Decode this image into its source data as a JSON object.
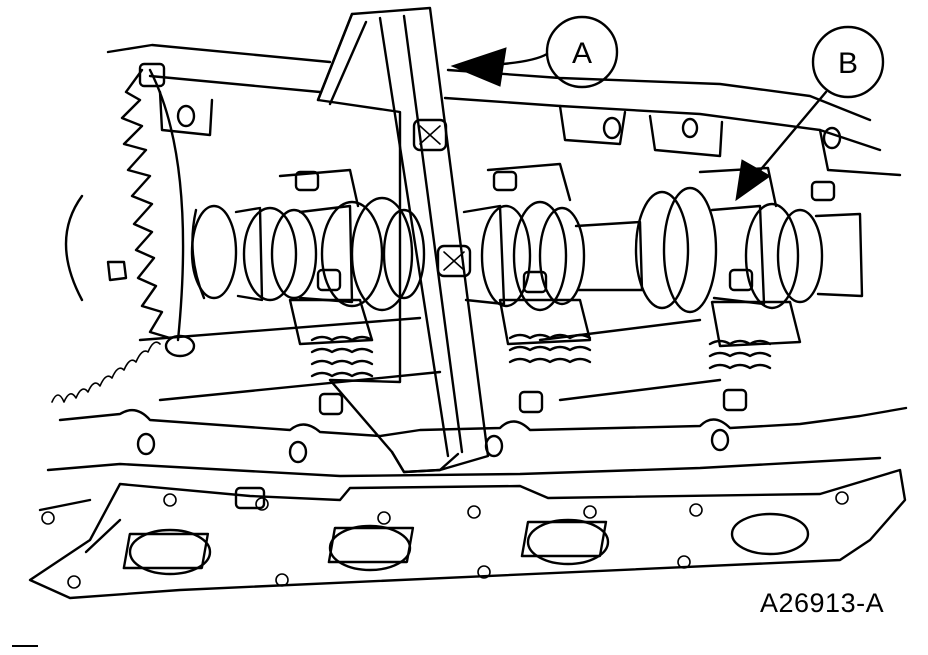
{
  "callouts": {
    "a": {
      "letter": "A"
    },
    "b": {
      "letter": "B"
    }
  },
  "figure_code": "A26913-A",
  "colors": {
    "ink": "#000000",
    "paper": "#ffffff"
  }
}
